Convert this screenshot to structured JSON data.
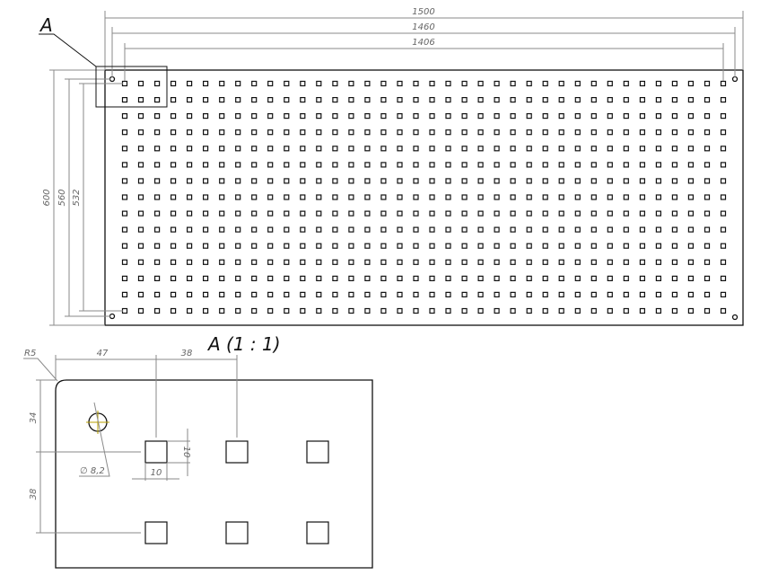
{
  "drawing": {
    "view_label": "A",
    "detail_title": "A  (1 : 1)",
    "grid": {
      "columns": 38,
      "rows": 15
    },
    "main_dims": {
      "overall_width": "1500",
      "hole_width": "1460",
      "grid_width": "1406",
      "overall_height": "600",
      "hole_height": "560",
      "grid_height": "532"
    },
    "detail_dims": {
      "radius": "R5",
      "edge_to_square": "47",
      "pitch_h": "38",
      "edge_to_square_v": "34",
      "pitch_v": "38",
      "square_w": "10",
      "square_h": "10",
      "hole_dia": "∅ 8,2"
    },
    "colors": {
      "line": "#111111",
      "dimension": "#8a8a8a",
      "centerline": "#b8a000"
    }
  }
}
